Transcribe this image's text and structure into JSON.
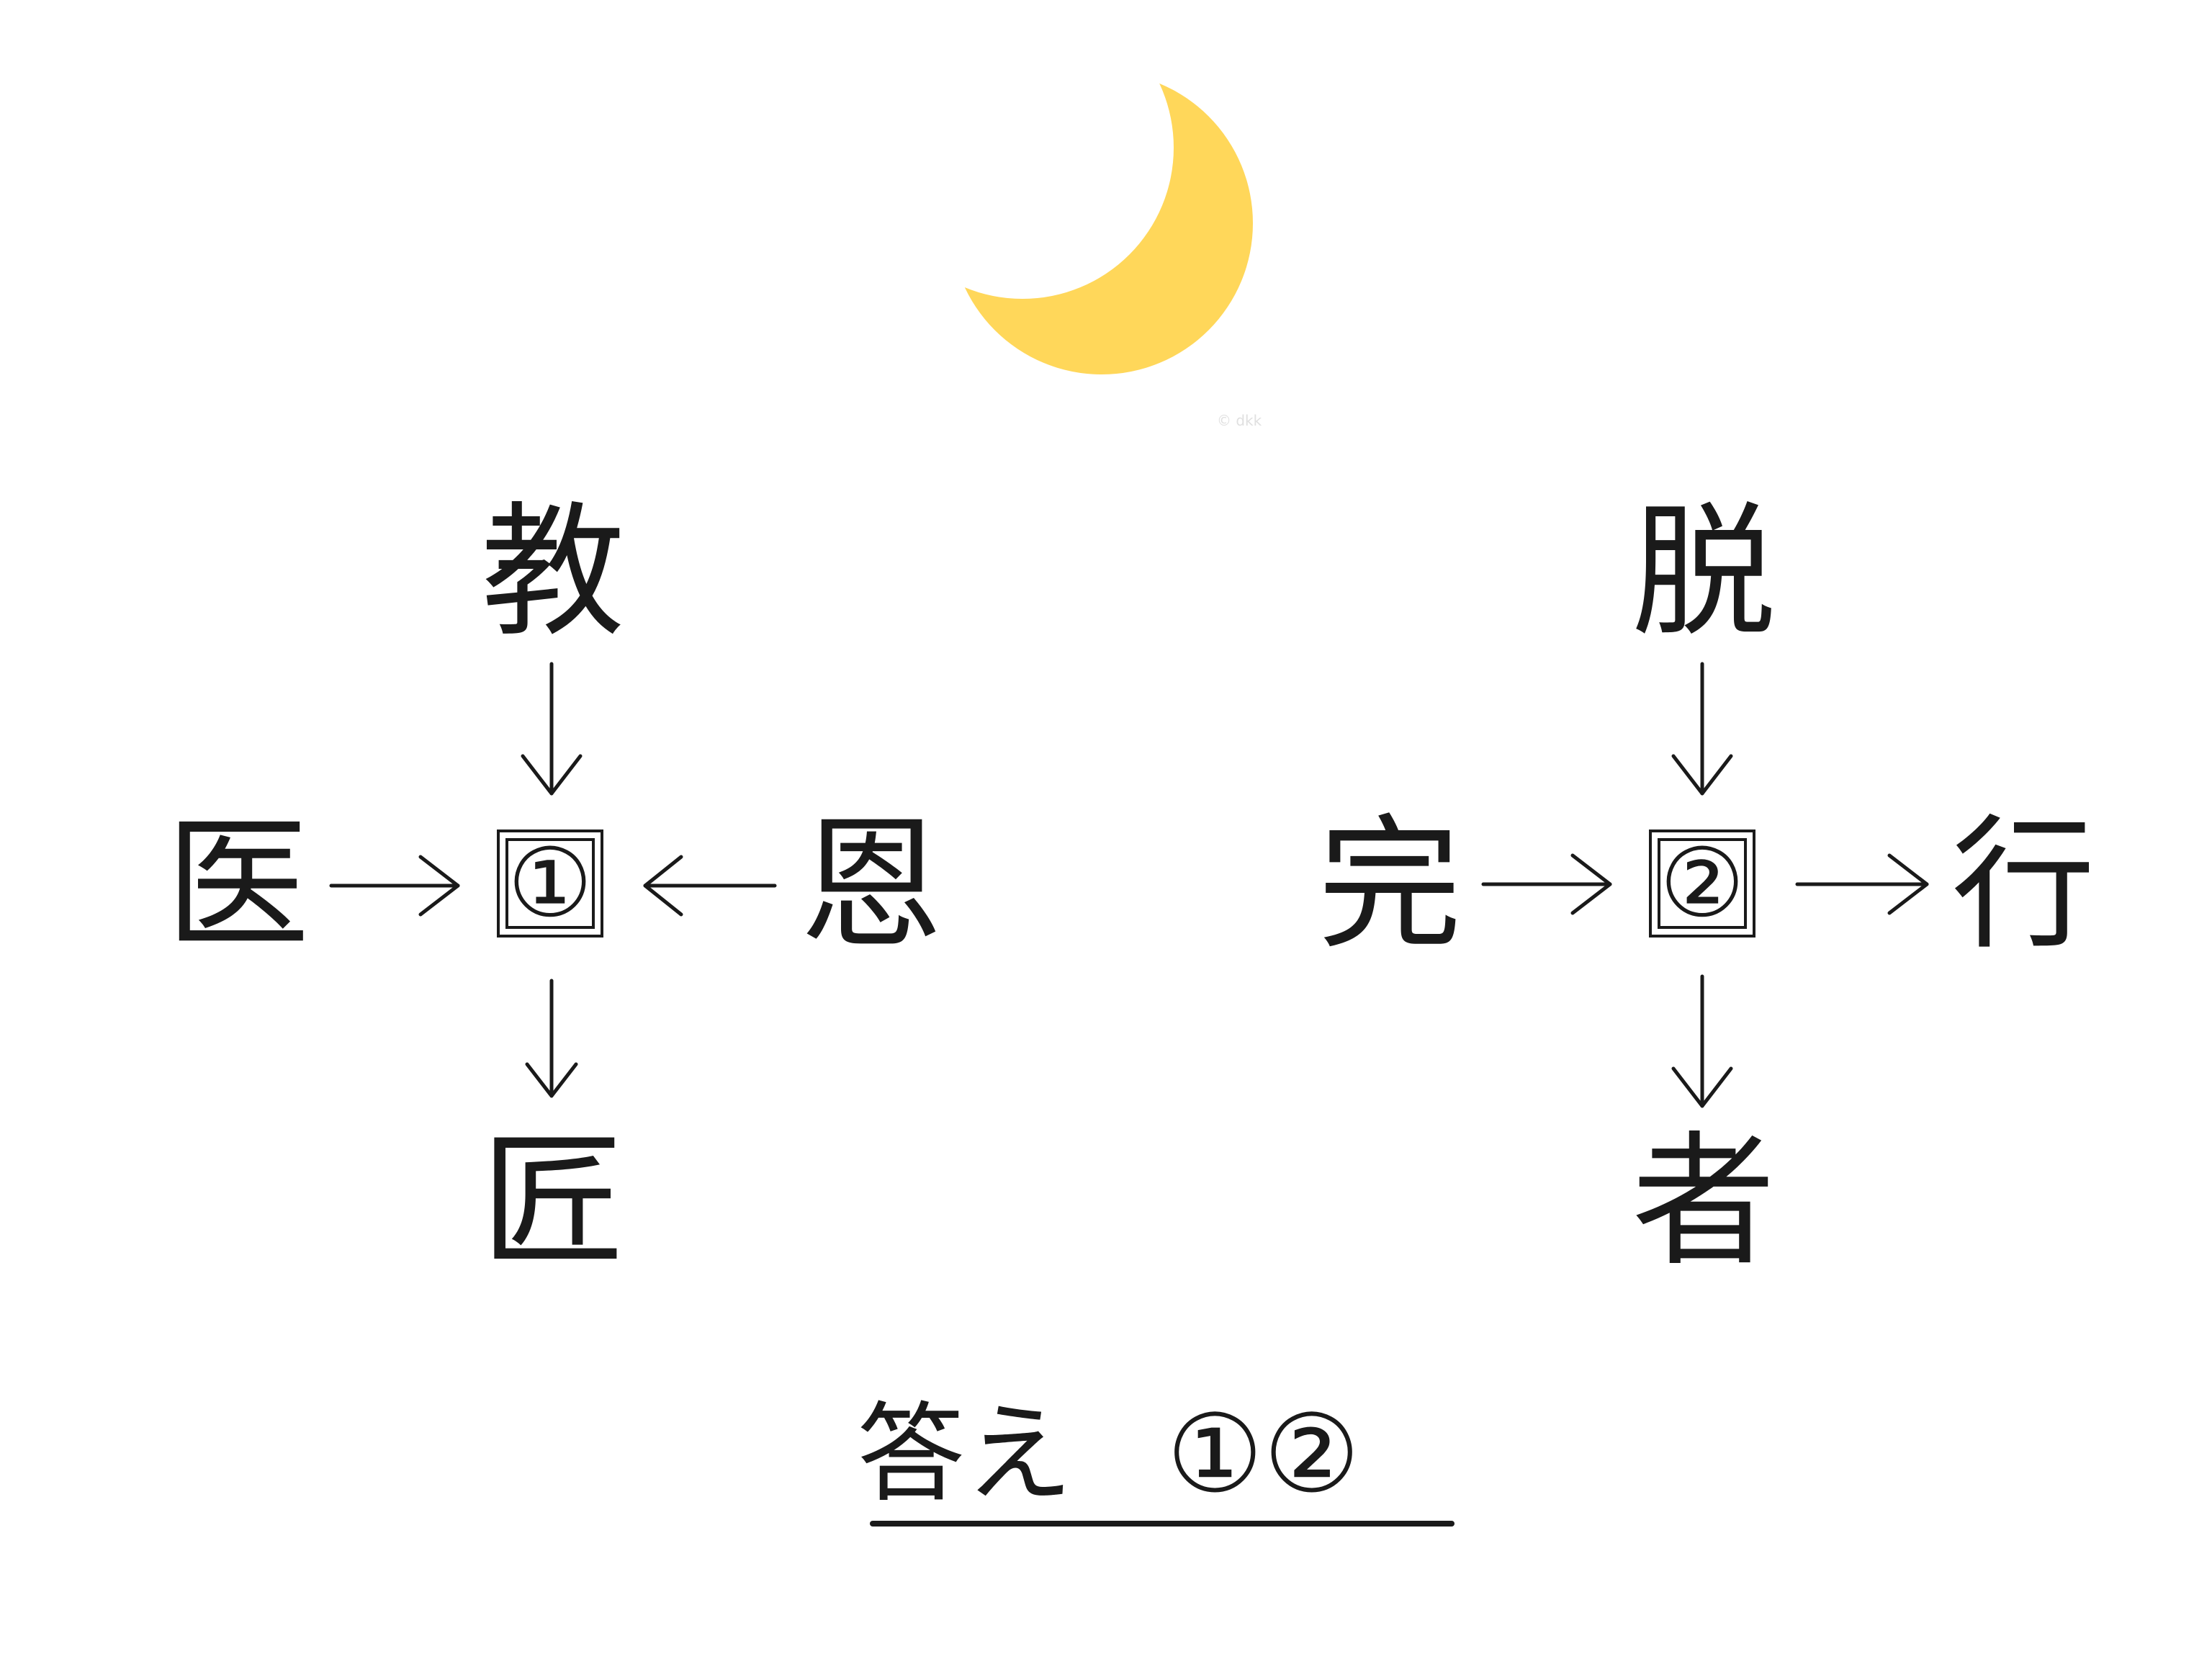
{
  "moon": {
    "icon": "crescent-moon-icon",
    "color": "#FFD75A"
  },
  "watermark": "© dkk",
  "puzzle1": {
    "top": "教",
    "left": "医",
    "right": "恩",
    "bottom": "匠",
    "blank": "①"
  },
  "puzzle2": {
    "top": "脱",
    "left": "完",
    "right": "行",
    "bottom": "者",
    "blank": "②"
  },
  "answer": {
    "label": "答え",
    "value": "①②"
  },
  "colors": {
    "ink": "#1a1a1a",
    "background": "#ffffff"
  }
}
